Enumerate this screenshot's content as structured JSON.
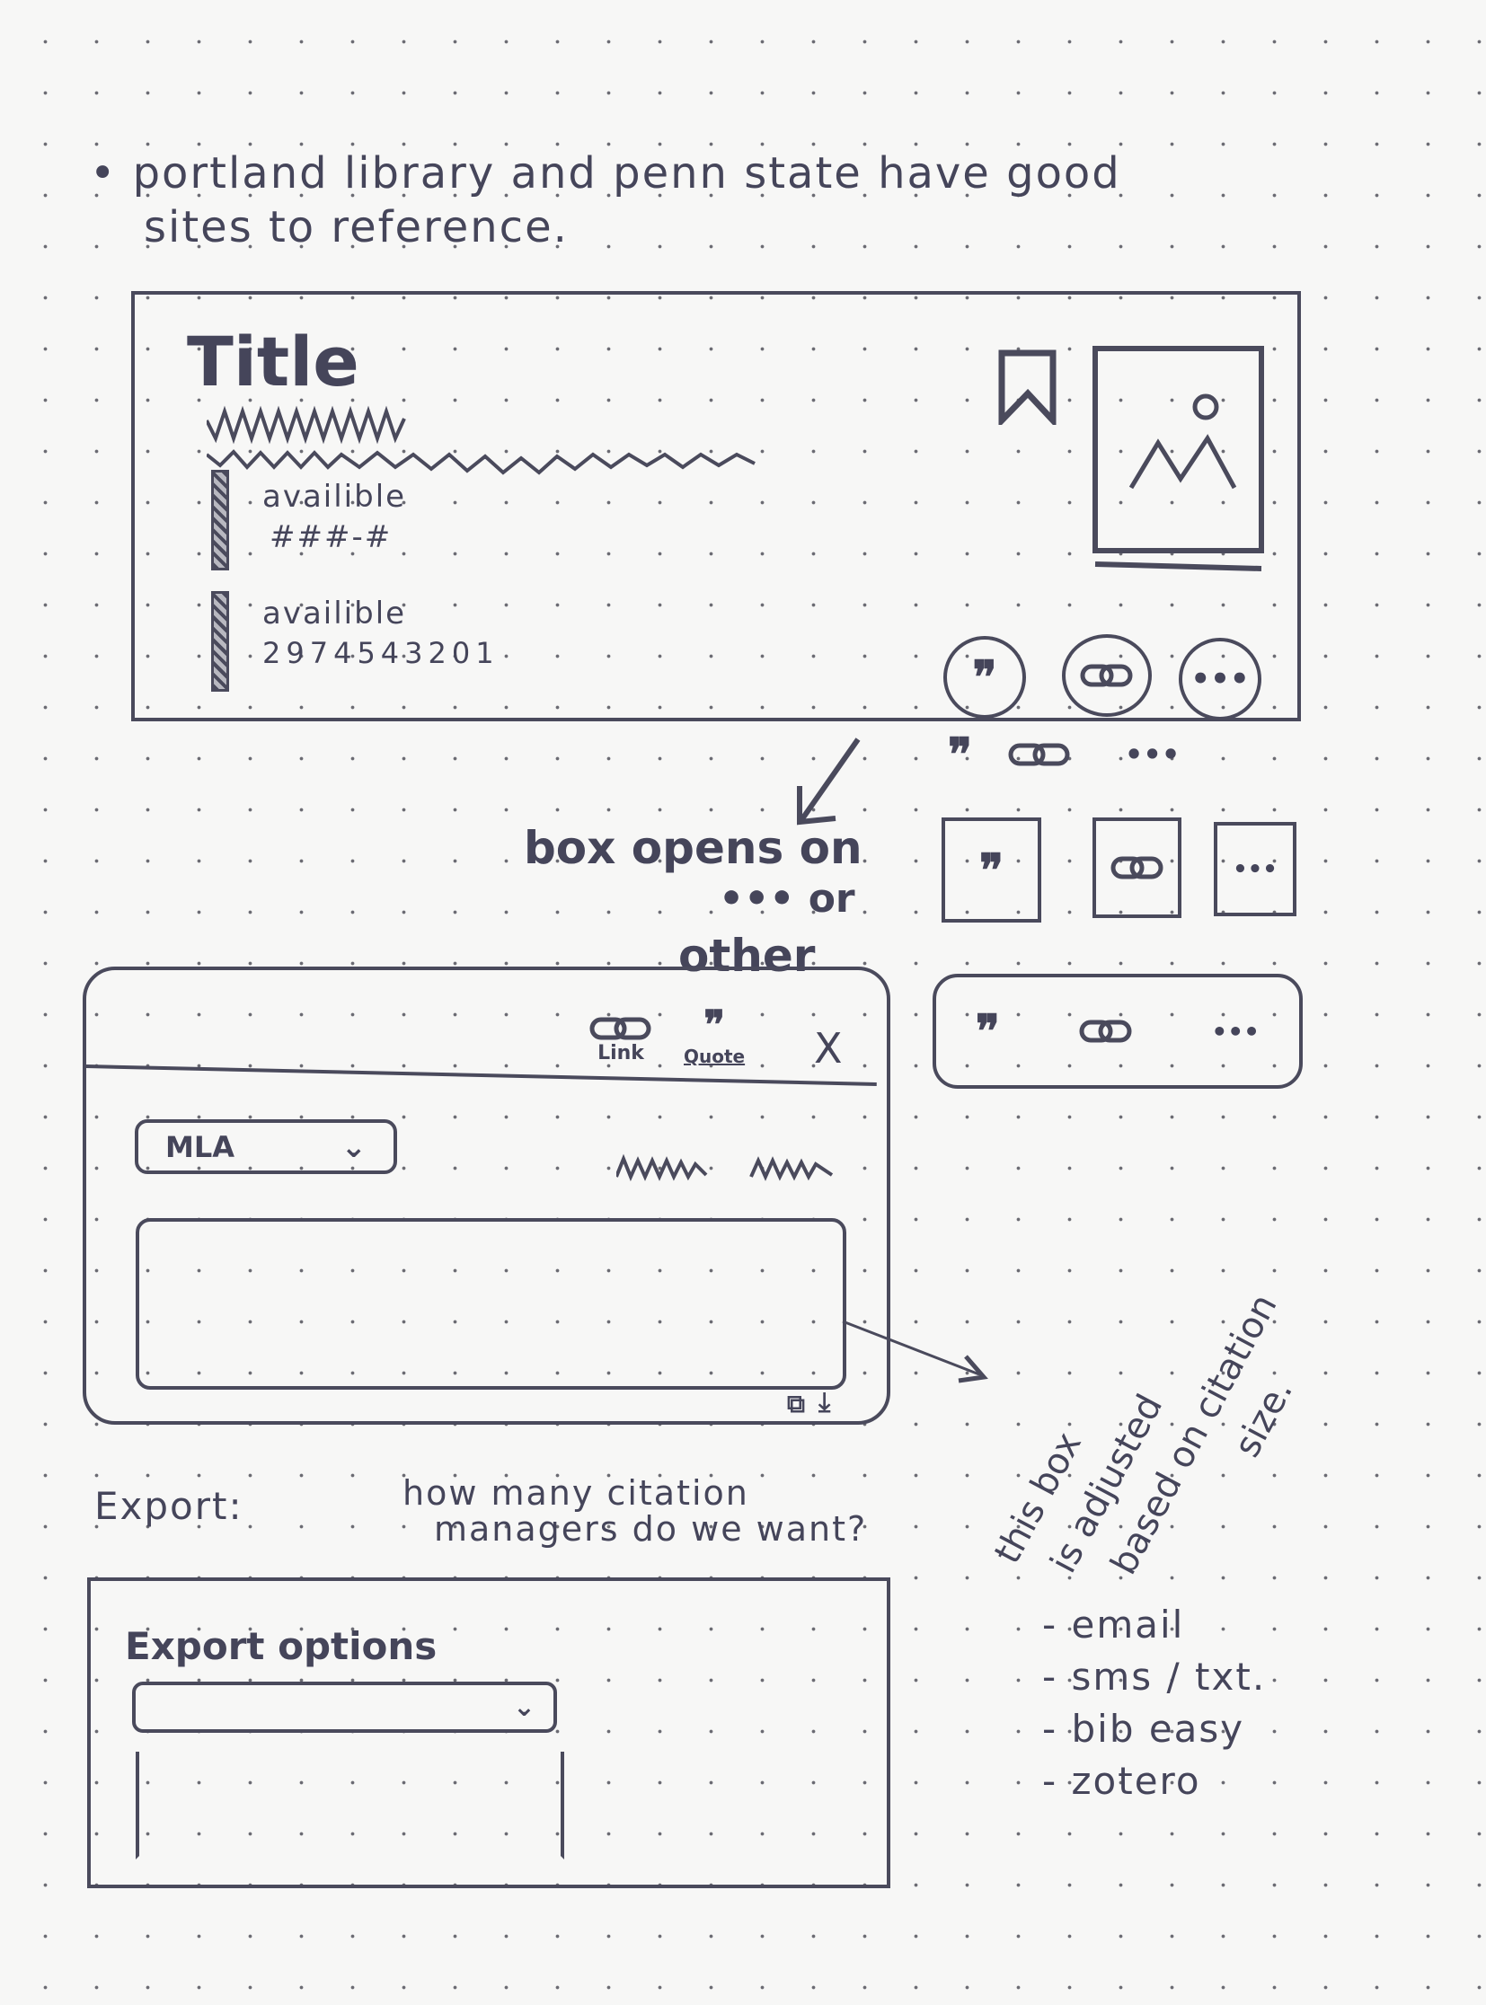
{
  "note": {
    "line1": "• portland library and penn state have good",
    "line2": "sites to reference."
  },
  "card": {
    "title": "Title",
    "holdings": [
      {
        "status": "availible",
        "number": "###-#"
      },
      {
        "status": "availible",
        "number": "2974543201"
      }
    ],
    "actions": {
      "quote_icon": "quote-icon",
      "link_icon": "link-icon",
      "more_icon": "more-icon",
      "more_label": "•••"
    }
  },
  "variants": {
    "more_label": "•••"
  },
  "annotation_open": {
    "line1": "box opens on",
    "line2": "••• or",
    "line3": "other"
  },
  "modal": {
    "tab_link": "Link",
    "tab_quote": "Quote",
    "close_label": "X",
    "style_select": "MLA",
    "chevron": "⌄"
  },
  "annotation_resize": {
    "line1": "this box",
    "line2": "is adjusted",
    "line3": "based on citation",
    "line4": "size."
  },
  "export": {
    "label": "Export:",
    "question_line1": "how many citation",
    "question_line2": "managers do we want?",
    "box_title": "Export options",
    "chevron": "⌄",
    "options": [
      "- email",
      "- sms / txt.",
      "- bib easy",
      "- zotero"
    ]
  },
  "colors": {
    "ink": "#45455a",
    "paper": "#f7f7f6"
  }
}
